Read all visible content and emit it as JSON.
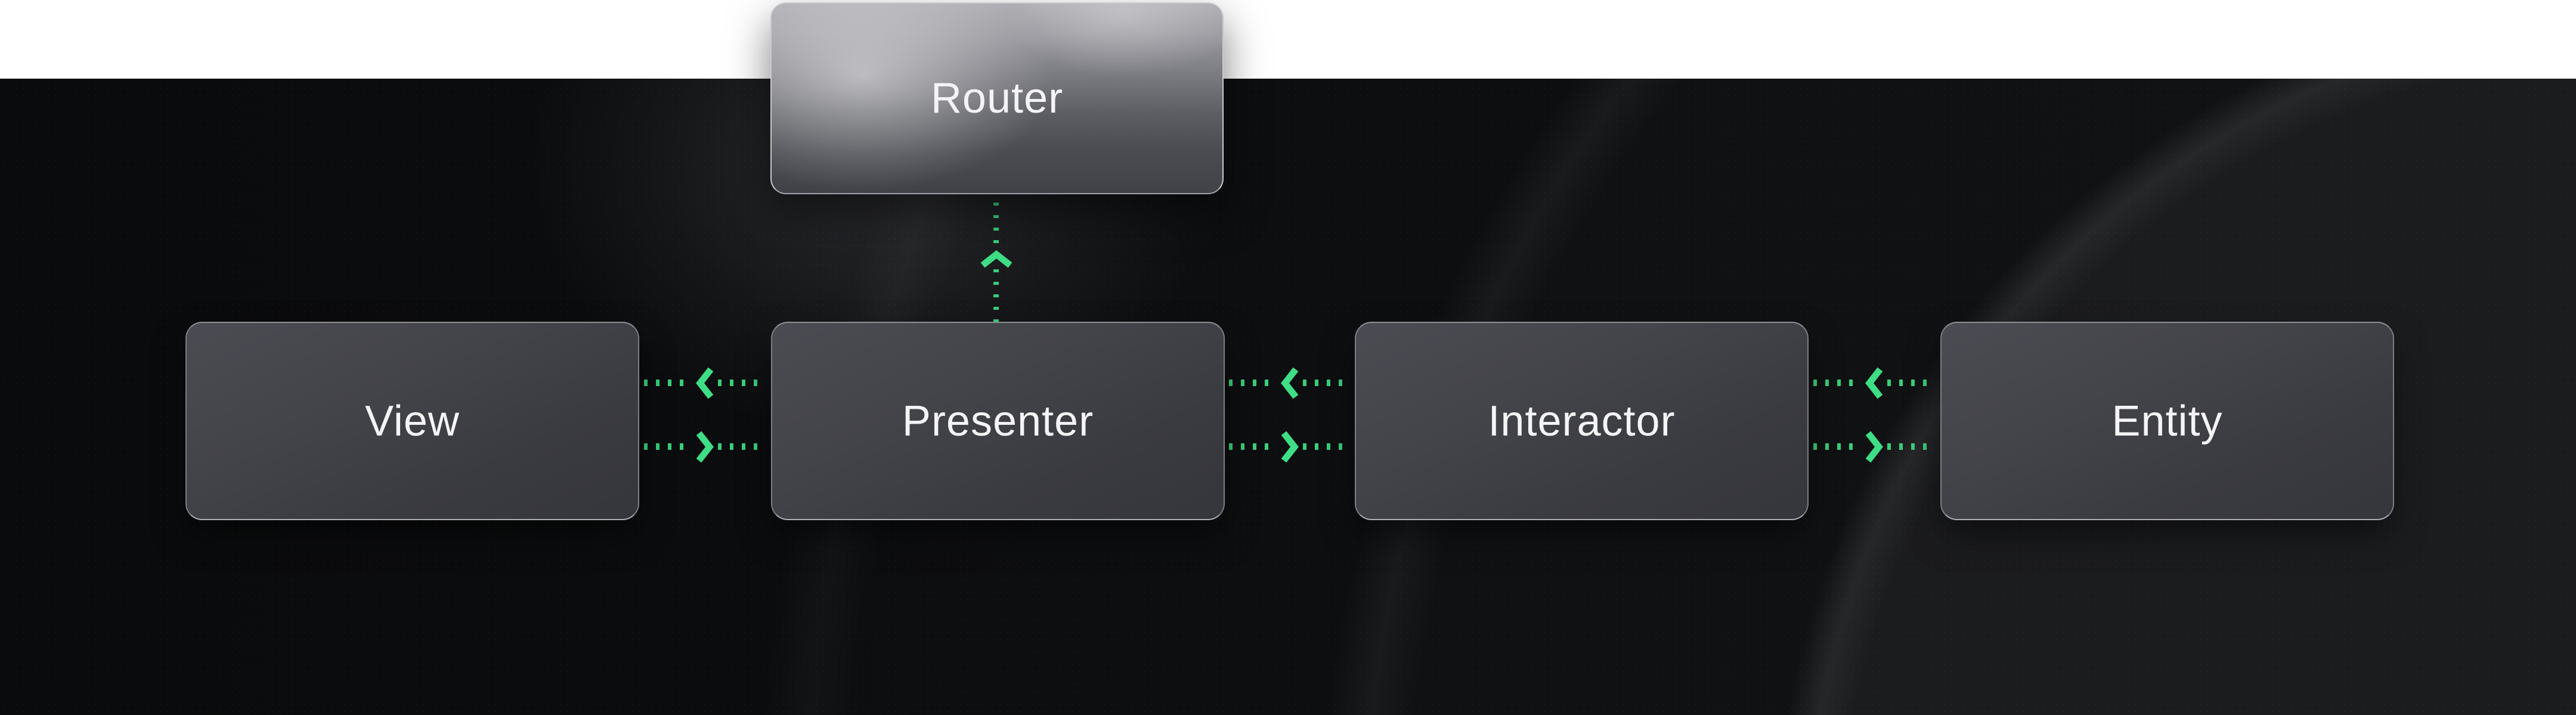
{
  "page": {
    "top_band_color": "#ffffff",
    "canvas_background": "#0b0c0e"
  },
  "diagram": {
    "type": "architecture-diagram",
    "nodes": {
      "router": {
        "label": "Router"
      },
      "view": {
        "label": "View"
      },
      "presenter": {
        "label": "Presenter"
      },
      "interactor": {
        "label": "Interactor"
      },
      "entity": {
        "label": "Entity"
      }
    },
    "connections": [
      {
        "from": "view",
        "to": "presenter",
        "style": "dotted",
        "direction": "bidirectional",
        "arrows": [
          "left",
          "right"
        ]
      },
      {
        "from": "presenter",
        "to": "interactor",
        "style": "dotted",
        "direction": "bidirectional",
        "arrows": [
          "left",
          "right"
        ]
      },
      {
        "from": "interactor",
        "to": "entity",
        "style": "dotted",
        "direction": "bidirectional",
        "arrows": [
          "left",
          "right"
        ]
      },
      {
        "from": "presenter",
        "to": "router",
        "style": "dotted",
        "direction": "unidirectional",
        "arrows": [
          "up"
        ]
      }
    ],
    "colors": {
      "accent_green": "#3fdd85",
      "dash_green": "#37cf7a",
      "node_fill": "#3d3e44",
      "node_border": "#85868c",
      "router_metallic_highlight": "#b9b9be",
      "label_text": "#f4f4f6"
    }
  }
}
